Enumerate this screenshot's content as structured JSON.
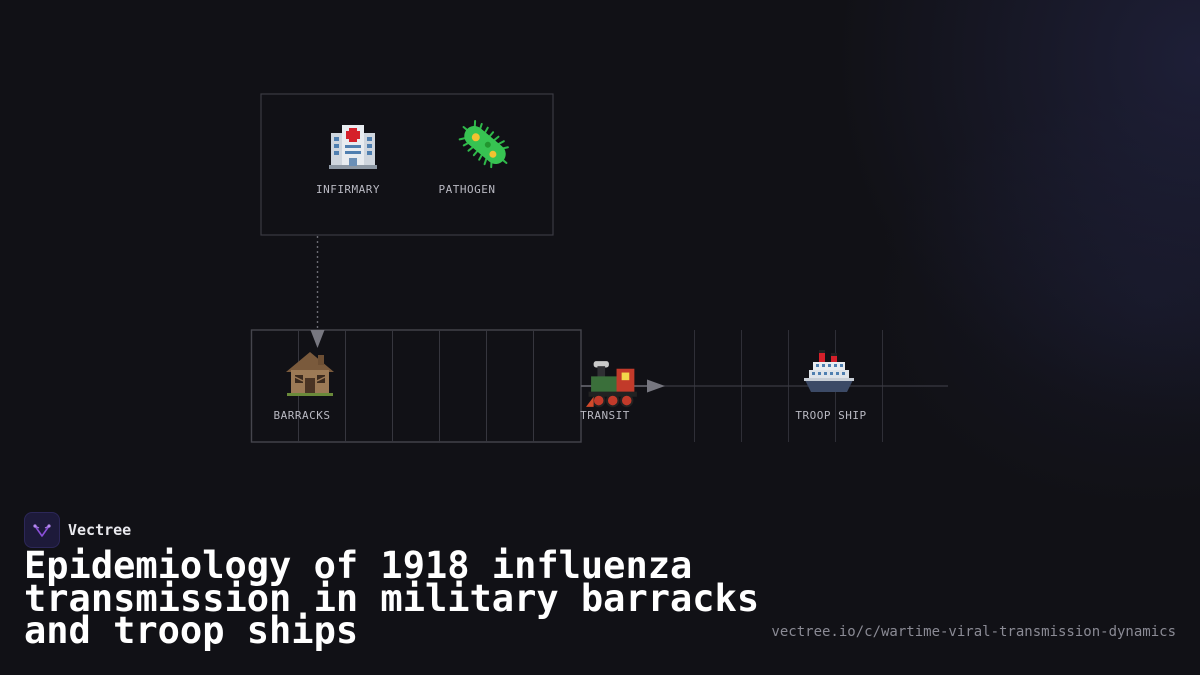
{
  "diagram": {
    "nodes": {
      "infirmary": {
        "label": "INFIRMARY",
        "icon": "hospital-icon"
      },
      "pathogen": {
        "label": "PATHOGEN",
        "icon": "microbe-icon"
      },
      "barracks": {
        "label": "BARRACKS",
        "icon": "derelict-house-icon"
      },
      "transit": {
        "label": "TRANSIT",
        "icon": "locomotive-icon"
      },
      "troop_ship": {
        "label": "TROOP SHIP",
        "icon": "ship-icon"
      }
    }
  },
  "brand": {
    "name": "Vectree",
    "logo_color": "#8a4fd8"
  },
  "title": "Epidemiology of 1918 influenza transmission in military barracks and troop ships",
  "url": "vectree.io/c/wartime-viral-transmission-dynamics",
  "colors": {
    "background": "#111116",
    "line": "#3a3a42",
    "arrow": "#777780",
    "label": "#b9b9c2"
  }
}
